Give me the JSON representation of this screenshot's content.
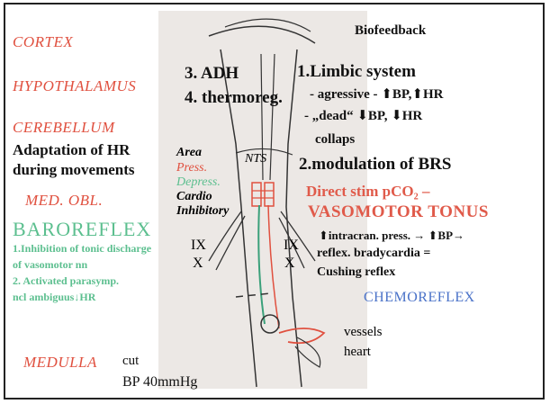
{
  "left_labels": {
    "cortex": "CORTEX",
    "hypothalamus": "HYPOTHALAMUS",
    "cerebellum": "CEREBELLUM",
    "adaptation_line1": "Adaptation of HR",
    "adaptation_line2": "during movements",
    "med_obl": "MED. OBL.",
    "baroreflex": "BAROREFLEX",
    "baro_1a": "1.Inhibition of tonic discharge",
    "baro_1b": "of vasomotor nn",
    "baro_2a": "2. Activated parasymp.",
    "baro_2b": "ncl ambiguus↓HR",
    "medulla": "MEDULLA",
    "cut": "cut",
    "bp": "BP 40mmHg"
  },
  "center_labels": {
    "adh": "3. ADH",
    "thermoreg": "4. thermoreg.",
    "area": "Area",
    "press": "Press.",
    "depress": "Depress.",
    "cardio": "Cardio",
    "inhibitory": "Inhibitory",
    "nts": "NTS",
    "nerve_ix": "IX",
    "nerve_x_left": "X",
    "nerve_ix_right": "IX",
    "nerve_x_right": "X",
    "vessels": "vessels",
    "heart": "heart"
  },
  "right_labels": {
    "biofeedback": "Biofeedback",
    "limbic": "1.Limbic system",
    "agressive": "- agressive - ⬆BP,⬆HR",
    "dead": "- „dead“ ⬇BP, ⬇HR",
    "collaps": "collaps",
    "modulation": "2.modulation of BRS",
    "direct_stim": "Direct stim pCO₂ –",
    "vasomotor": "VASOMOTOR TONUS",
    "intracran": "⬆intracran. press. → ⬆BP→",
    "reflex": "reflex. bradycardia =",
    "cushing": "Cushing reflex",
    "chemoreflex": "CHEMOREFLEX"
  },
  "colors": {
    "red_label": "#e0503f",
    "green_label": "#5cbf8f",
    "blue_label": "#4a72c8",
    "sketch_bg": "#ece8e5"
  }
}
